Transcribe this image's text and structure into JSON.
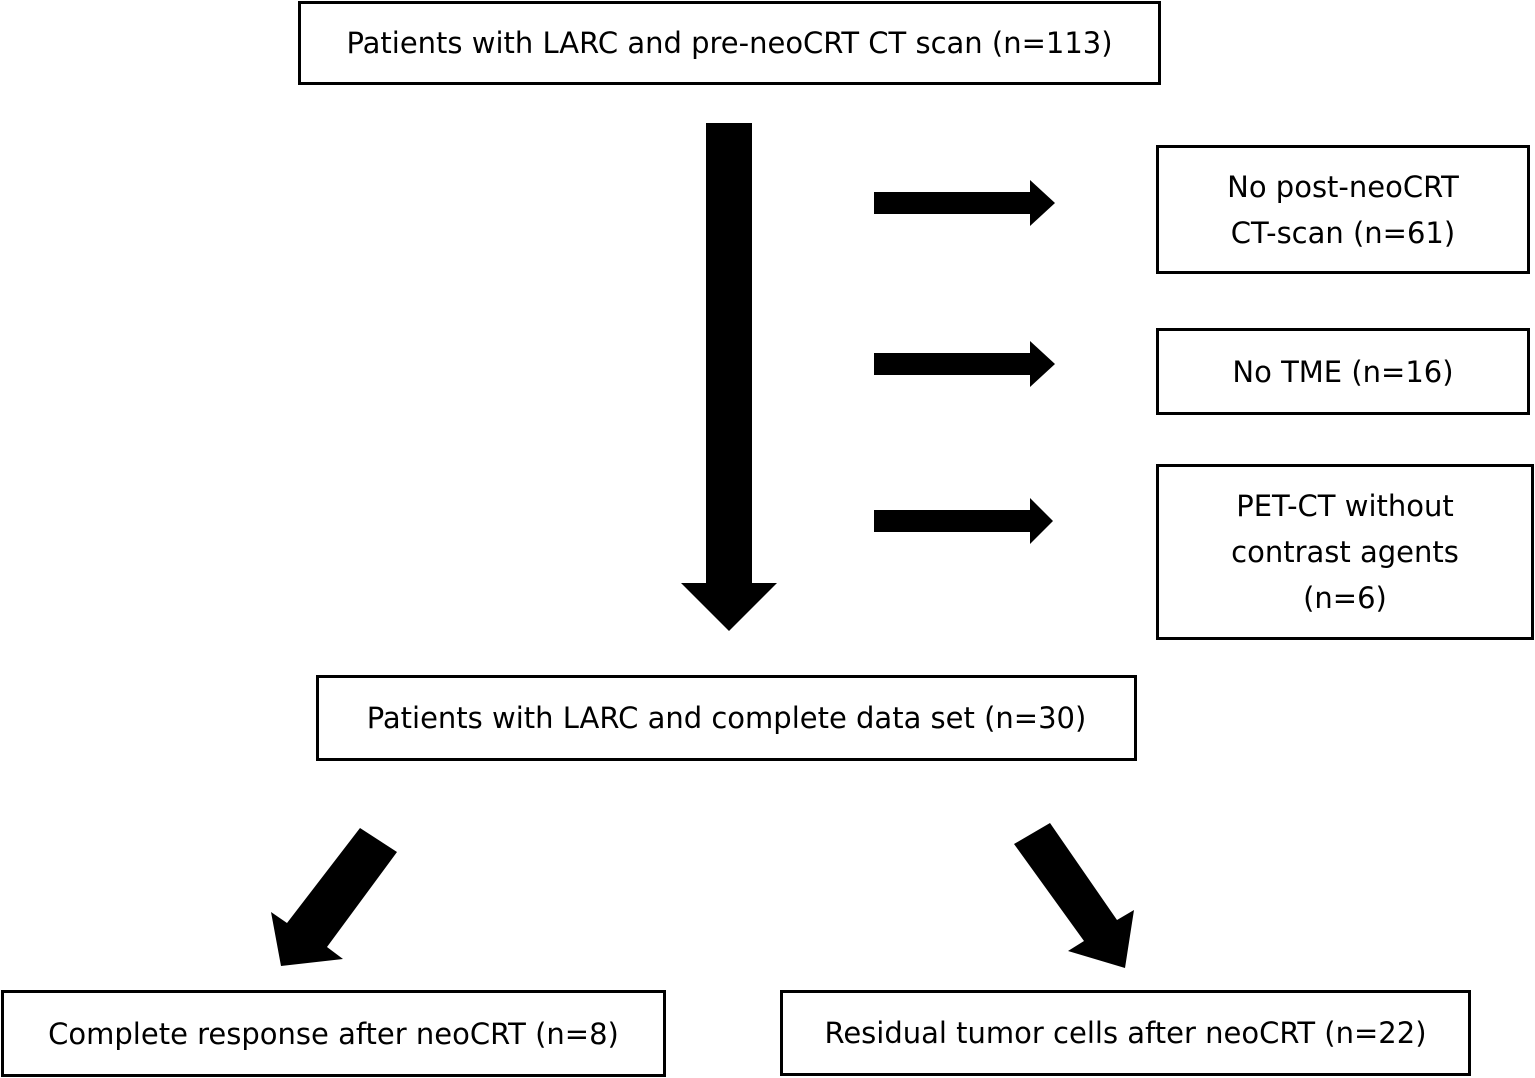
{
  "diagram": {
    "boxes": {
      "start": {
        "lines": [
          "Patients with LARC and pre-neoCRT CT scan (n=113)"
        ]
      },
      "excl_1": {
        "lines": [
          "No post-neoCRT",
          "CT-scan (n=61)"
        ]
      },
      "excl_2": {
        "lines": [
          "No TME (n=16)"
        ]
      },
      "excl_3": {
        "lines": [
          "PET-CT without",
          "contrast agents",
          "(n=6)"
        ]
      },
      "complete": {
        "lines": [
          "Patients with LARC and complete data set (n=30)"
        ]
      },
      "response": {
        "lines": [
          "Complete response after neoCRT (n=8)"
        ]
      },
      "residual": {
        "lines": [
          "Residual tumor cells after neoCRT (n=22)"
        ]
      }
    },
    "colors": {
      "stroke": "#000000",
      "fill": "#000000",
      "background": "#ffffff"
    }
  }
}
